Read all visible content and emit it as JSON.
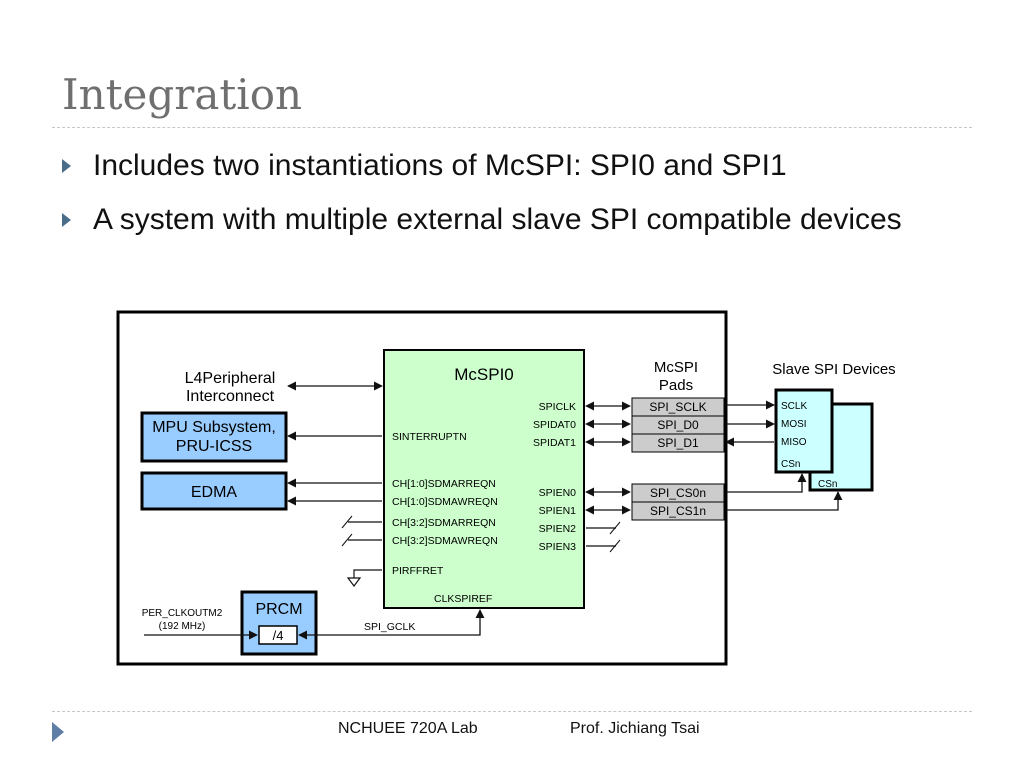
{
  "slide": {
    "title": "Integration",
    "bullets": [
      "Includes two instantiations of McSPI: SPI0 and SPI1",
      "A system with multiple external slave SPI compatible devices"
    ]
  },
  "diagram": {
    "mcspi_title": "McSPI0",
    "interconnect_label": "L4Peripheral Interconnect",
    "mpu_box": "MPU Subsystem, PRU-ICSS",
    "edma_box": "EDMA",
    "prcm_title": "PRCM",
    "divider_label": "/4",
    "clk_in_label": "PER_CLKOUTM2 (192 MHz)",
    "gclk_label": "SPI_GCLK",
    "left_signals": [
      "SINTERRUPTN",
      "CH[1:0]SDMARREQN",
      "CH[1:0]SDMAWREQN",
      "CH[3:2]SDMARREQN",
      "CH[3:2]SDMAWREQN",
      "PIRFFRET",
      "CLKSPIREF"
    ],
    "right_signals": [
      "SPICLK",
      "SPIDAT0",
      "SPIDAT1",
      "SPIEN0",
      "SPIEN1",
      "SPIEN2",
      "SPIEN3"
    ],
    "pads_title": "McSPI Pads",
    "pads": [
      "SPI_SCLK",
      "SPI_D0",
      "SPI_D1",
      "SPI_CS0n",
      "SPI_CS1n"
    ],
    "slave_title": "Slave SPI Devices",
    "slave_pins": [
      "SCLK",
      "MOSI",
      "MISO",
      "CSn"
    ],
    "slave2_pin": "CSn"
  },
  "footer": {
    "lab": "NCHUEE 720A Lab",
    "prof": "Prof. Jichiang Tsai"
  }
}
